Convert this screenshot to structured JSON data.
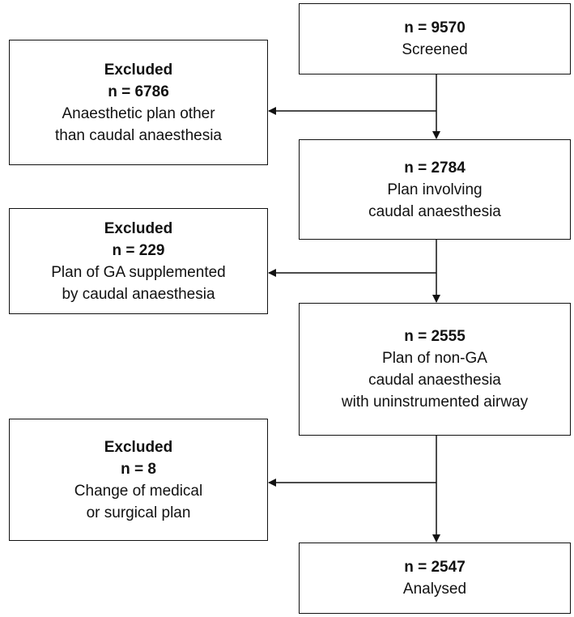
{
  "flow": {
    "screened": {
      "n": "n = 9570",
      "lines": [
        "Screened"
      ]
    },
    "caudal": {
      "n": "n = 2784",
      "lines": [
        "Plan involving",
        "caudal anaesthesia"
      ]
    },
    "non_ga": {
      "n": "n = 2555",
      "lines": [
        "Plan of non-GA",
        "caudal anaesthesia",
        "with uninstrumented airway"
      ]
    },
    "analysed": {
      "n": "n = 2547",
      "lines": [
        "Analysed"
      ]
    }
  },
  "exclusions": [
    {
      "label": "Excluded",
      "n": "n = 6786",
      "lines": [
        "Anaesthetic plan other",
        "than caudal anaesthesia"
      ]
    },
    {
      "label": "Excluded",
      "n": "n = 229",
      "lines": [
        "Plan of GA supplemented",
        "by caudal anaesthesia"
      ]
    },
    {
      "label": "Excluded",
      "n": "n = 8",
      "lines": [
        "Change of medical",
        "or surgical plan"
      ]
    }
  ]
}
